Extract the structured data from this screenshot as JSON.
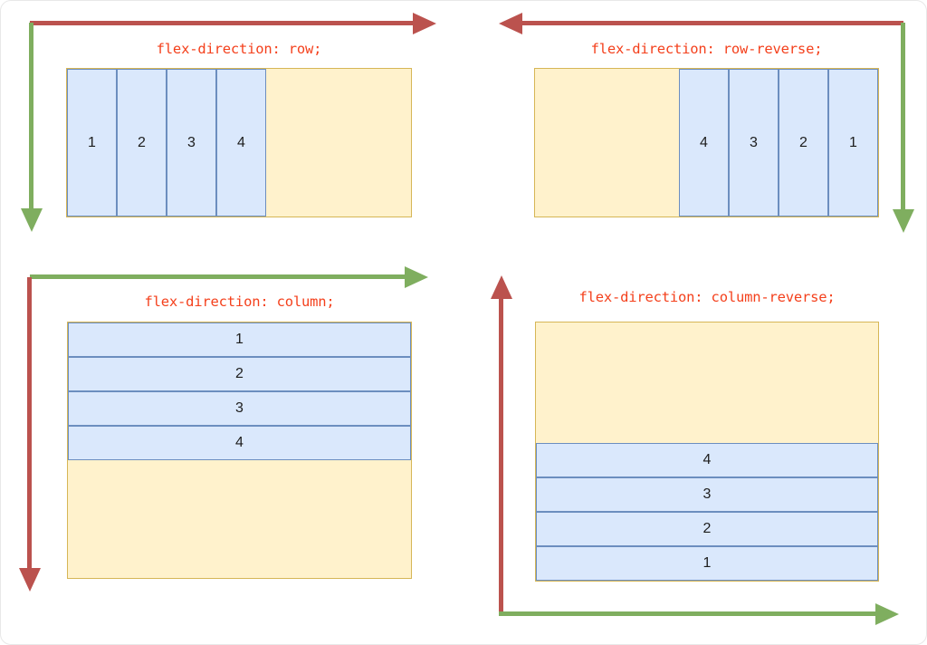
{
  "colors": {
    "arrow_red": "#bb524e",
    "arrow_green": "#7fae5f",
    "label_color": "#f4401c",
    "container_fill": "#fff2cc",
    "container_border": "#d6b656",
    "item_fill": "#dae8fc",
    "item_border": "#6c8ebf",
    "number_color": "#1d1d1d"
  },
  "quadrants": [
    {
      "label": "flex-direction: row;",
      "flex_direction": "row",
      "items": [
        "1",
        "2",
        "3",
        "4"
      ],
      "main_axis": "red arrow pointing right along top",
      "cross_axis": "green arrow pointing down on left"
    },
    {
      "label": "flex-direction: row-reverse;",
      "flex_direction": "row-reverse",
      "items": [
        "1",
        "2",
        "3",
        "4"
      ],
      "main_axis": "red arrow pointing left along top",
      "cross_axis": "green arrow pointing down on right"
    },
    {
      "label": "flex-direction: column;",
      "flex_direction": "column",
      "items": [
        "1",
        "2",
        "3",
        "4"
      ],
      "main_axis": "red arrow pointing down on left",
      "cross_axis": "green arrow pointing right along top"
    },
    {
      "label": "flex-direction: column-reverse;",
      "flex_direction": "column-reverse",
      "items": [
        "1",
        "2",
        "3",
        "4"
      ],
      "main_axis": "red arrow pointing up on left",
      "cross_axis": "green arrow pointing right along bottom"
    }
  ]
}
